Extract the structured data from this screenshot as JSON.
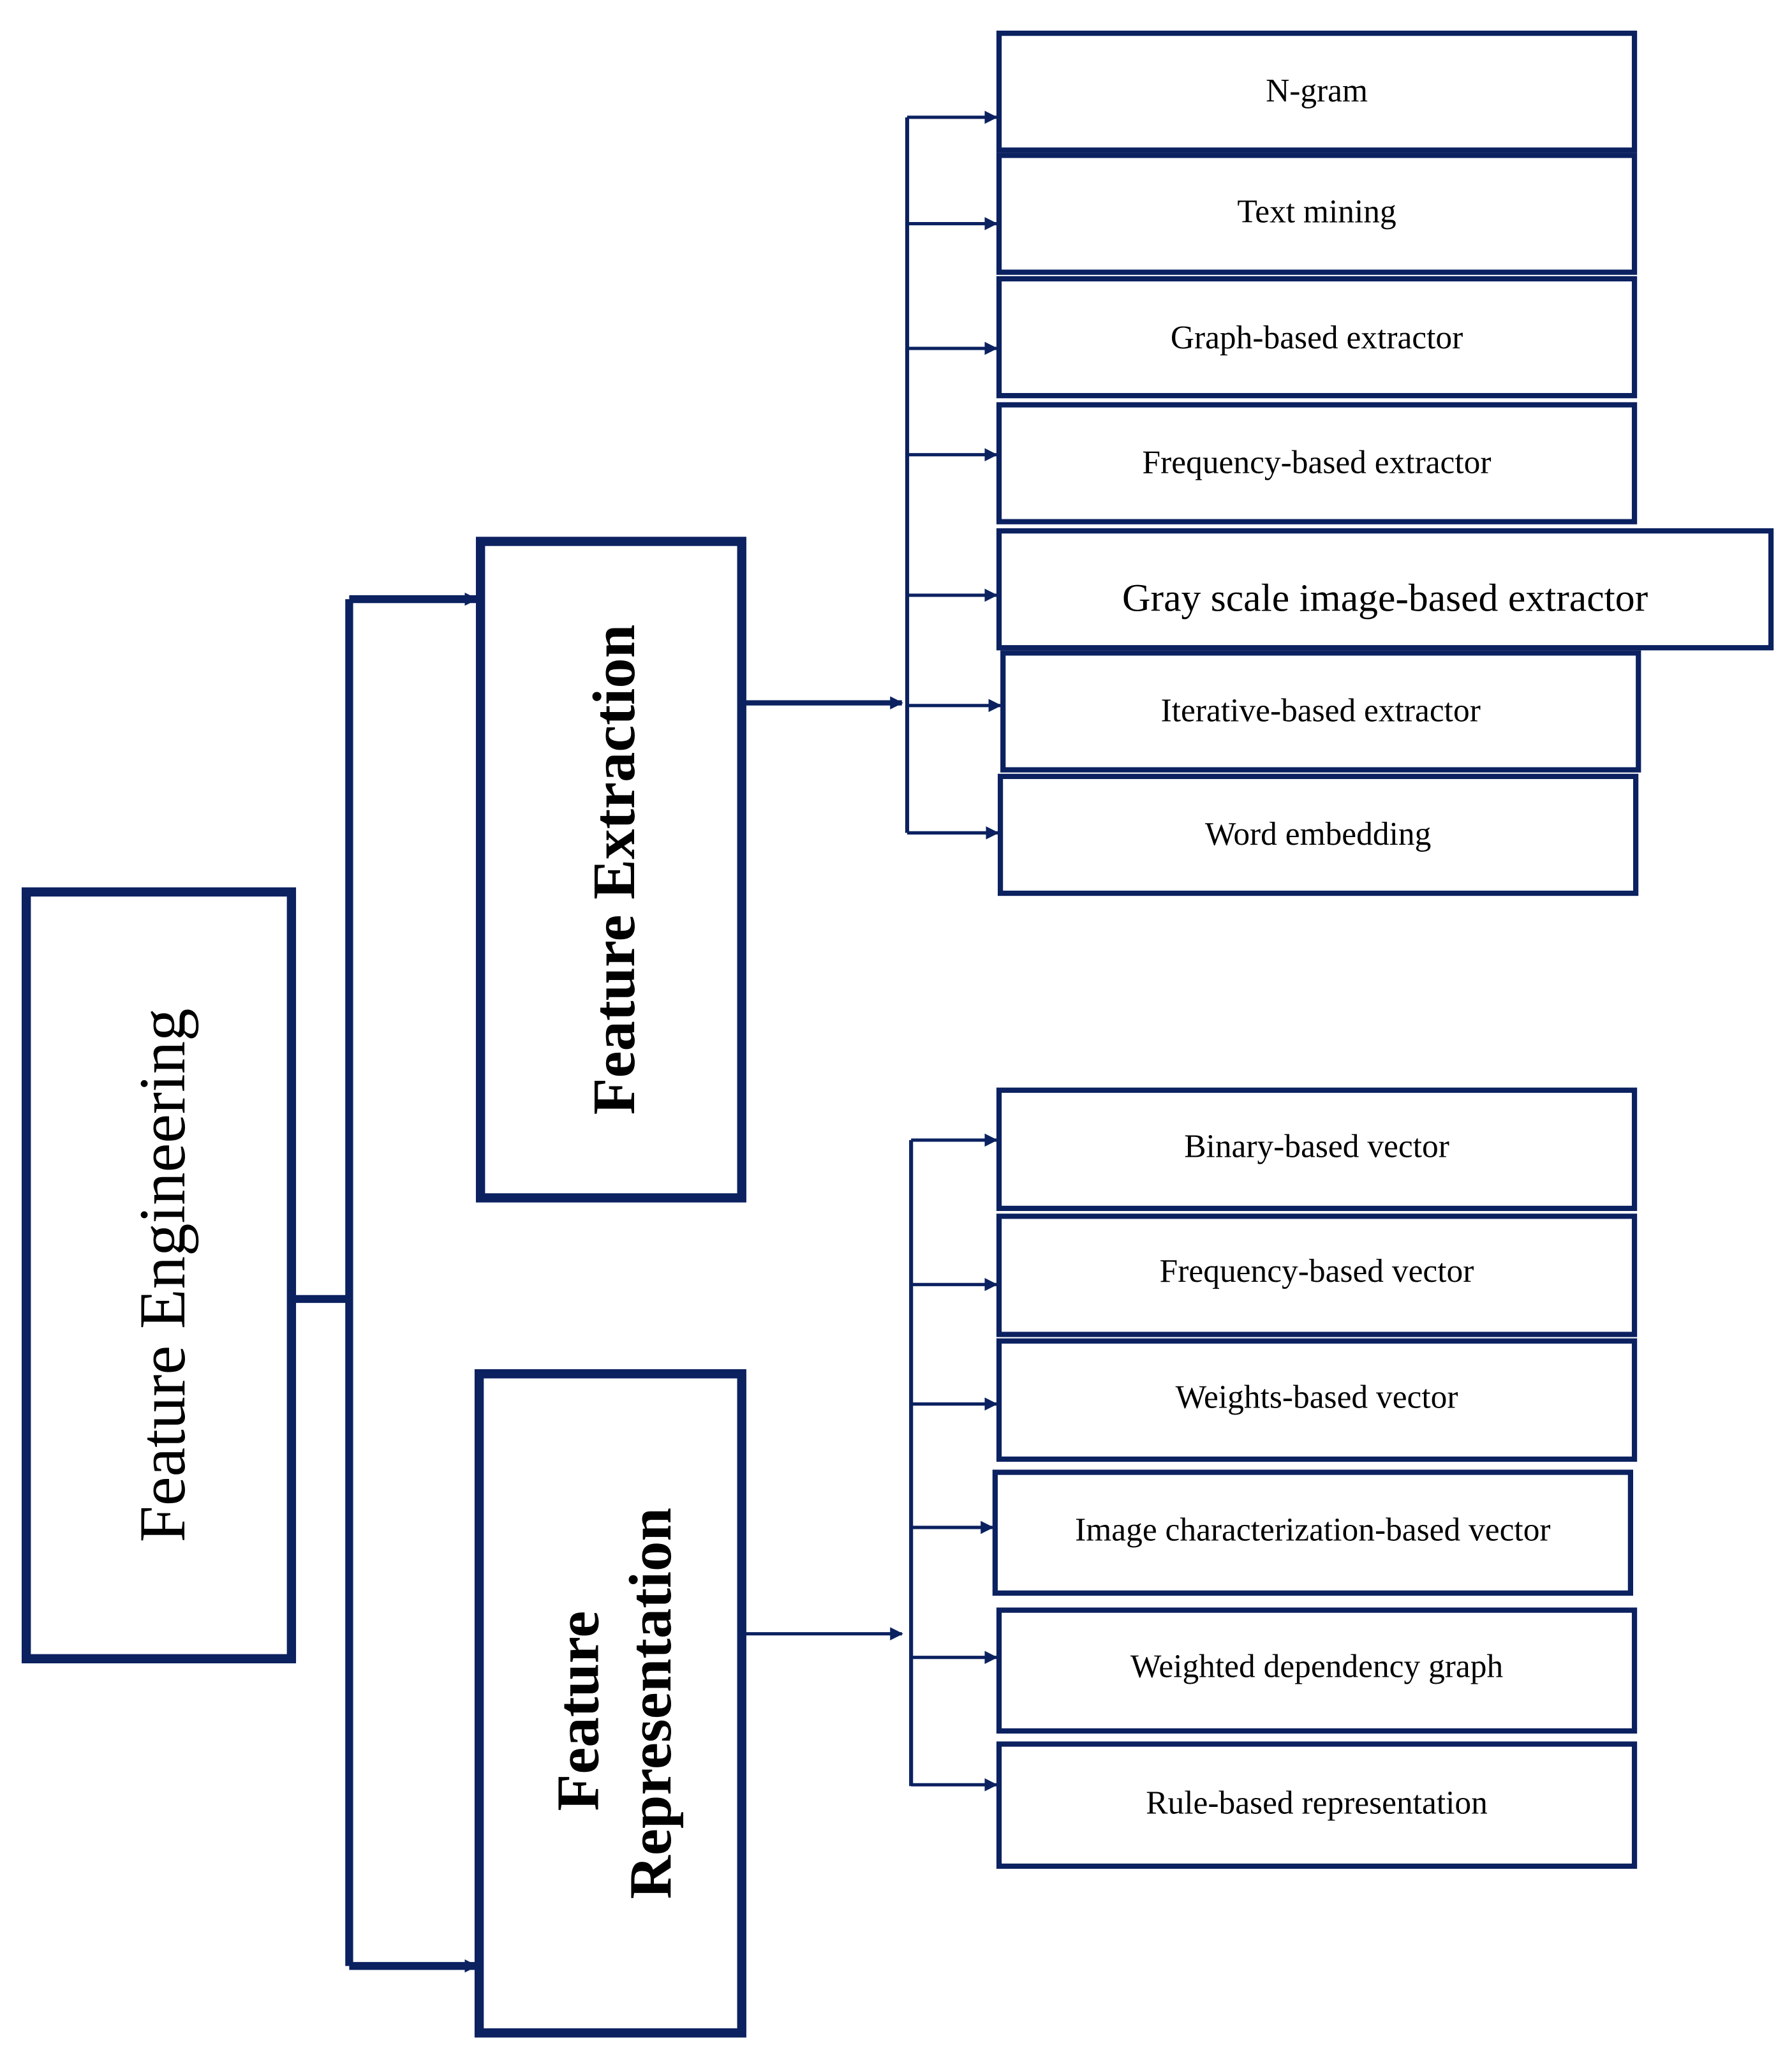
{
  "colors": {
    "stroke": "#0b2160",
    "text": "#000000",
    "background": "#ffffff"
  },
  "root": {
    "label": "Feature Engineering"
  },
  "branches": [
    {
      "label_lines": [
        "Feature Extraction"
      ],
      "items": [
        "N-gram",
        "Text mining",
        "Graph-based extractor",
        "Frequency-based extractor",
        "Gray scale image-based extractor",
        "Iterative-based extractor",
        "Word embedding"
      ]
    },
    {
      "label_lines": [
        "Feature",
        "Representation"
      ],
      "items": [
        "Binary-based vector",
        "Frequency-based vector",
        "Weights-based vector",
        "Image characterization-based vector",
        "Weighted dependency graph",
        "Rule-based representation"
      ]
    }
  ]
}
